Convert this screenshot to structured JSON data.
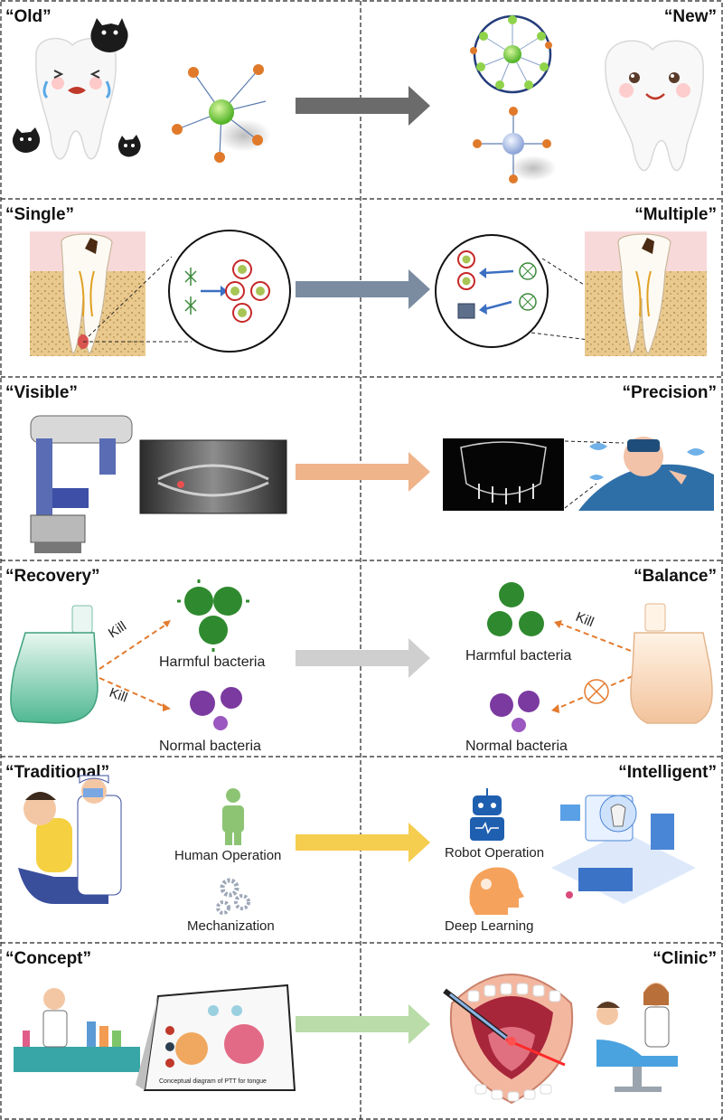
{
  "rows": [
    {
      "left_label": "“Old”",
      "right_label": "“New”",
      "arrow_color": "#6b6b6b"
    },
    {
      "left_label": "“Single”",
      "right_label": "“Multiple”",
      "arrow_color": "#7c8ca0"
    },
    {
      "left_label": "“Visible”",
      "right_label": "“Precision”",
      "arrow_color": "#f0b48a"
    },
    {
      "left_label": "“Recovery”",
      "right_label": "“Balance”",
      "arrow_color": "#cfcfcf"
    },
    {
      "left_label": "“Traditional”",
      "right_label": "“Intelligent”",
      "arrow_color": "#f5cd4f"
    },
    {
      "left_label": "“Concept”",
      "right_label": "“Clinic”",
      "arrow_color": "#b9dca8"
    }
  ],
  "recovery": {
    "kill_1": "Kill",
    "kill_2": "Kill",
    "harmful_left": "Harmful bacteria",
    "normal_left": "Normal bacteria",
    "harmful_right": "Harmful bacteria",
    "normal_right": "Normal bacteria",
    "kill_right": "Kill"
  },
  "traditional": {
    "human": "Human Operation",
    "mechanization": "Mechanization",
    "robot": "Robot Operation",
    "deep_learning": "Deep Learning"
  },
  "concept": {
    "caption": "Conceptual diagram of PTT for tongue"
  },
  "colors": {
    "harmful": "#2f8a2f",
    "normal": "#7b3aa0",
    "orange_node": "#e07a2a",
    "green_node": "#6cc62c"
  }
}
